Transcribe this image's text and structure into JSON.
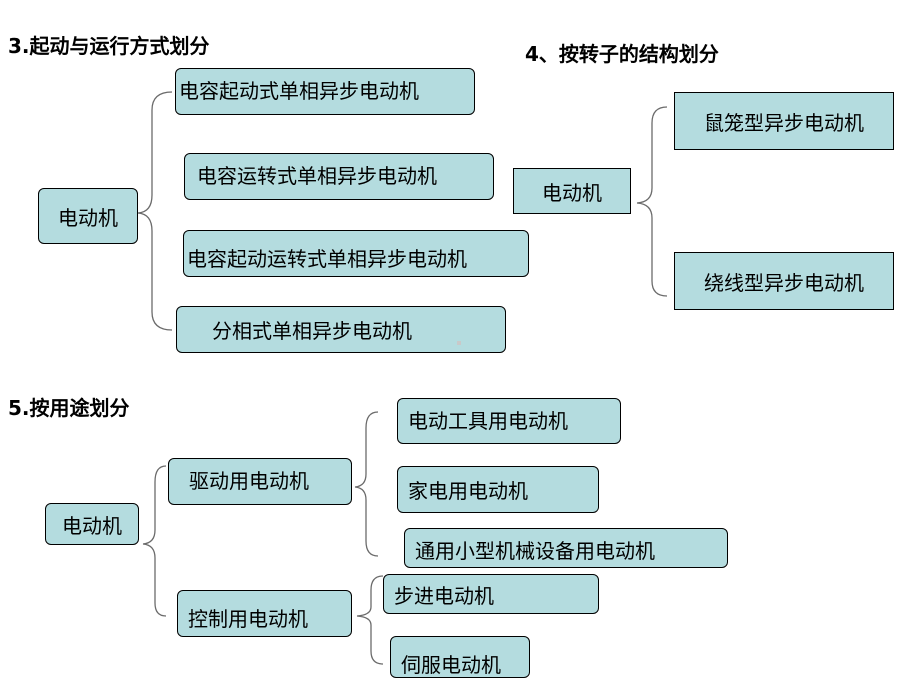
{
  "section3": {
    "heading": "3.起动与运行方式划分",
    "root": "电动机",
    "children": [
      "电容起动式单相异步电动机",
      "电容运转式单相异步电动机",
      "电容起动运转式单相异步电动机",
      "分相式单相异步电动机"
    ]
  },
  "section4": {
    "heading": "4、按转子的结构划分",
    "root": "电动机",
    "children": [
      "鼠笼型异步电动机",
      "绕线型异步电动机"
    ]
  },
  "section5": {
    "heading": "5.按用途划分",
    "root": "电动机",
    "groups": [
      {
        "label": "驱动用电动机",
        "children": [
          "电动工具用电动机",
          "家电用电动机",
          "通用小型机械设备用电动机"
        ]
      },
      {
        "label": "控制用电动机",
        "children": [
          "步进电动机",
          "伺服电动机"
        ]
      }
    ]
  },
  "colors": {
    "box_fill": "#b4dcdf",
    "box_border": "#000000",
    "bracket": "#6b6b6b"
  }
}
